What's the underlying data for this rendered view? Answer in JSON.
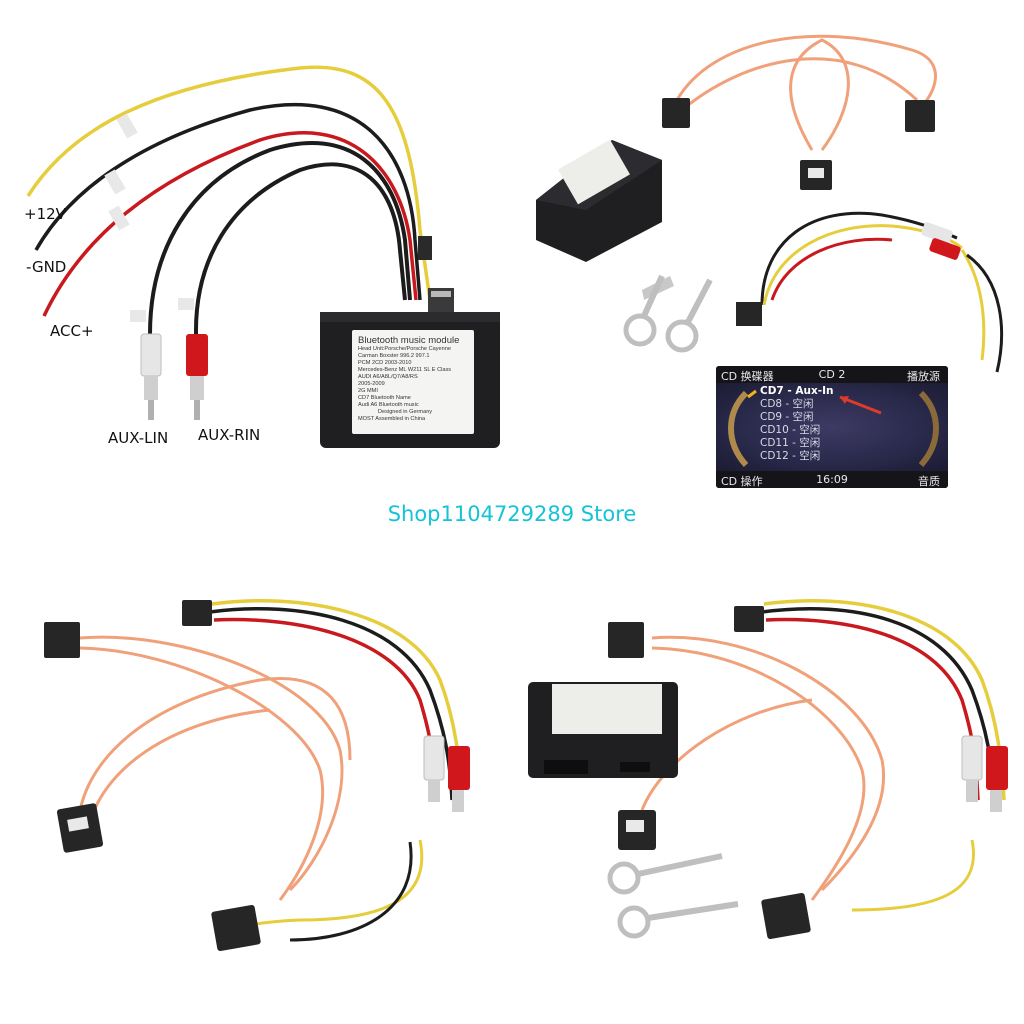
{
  "colors": {
    "cyan_text": "#14c4d6",
    "fiber_orange": "#f0a17a",
    "wire_yellow": "#e6cd3c",
    "wire_red": "#c8191e",
    "wire_black": "#1a1a1a",
    "module_black": "#1f1f21",
    "screen_red_text": "#e03a2a"
  },
  "store_name": "Shop1104729289 Store",
  "panel_tl": {
    "wire_labels": [
      "+12V",
      "-GND",
      "ACC+",
      "AUX-LIN",
      "AUX-RIN"
    ],
    "module_label_title": "Bluetooth music module",
    "module_label_lines": [
      "Head Unit:Porsche/Porsche Cayenne",
      "Carman Boxster 996.2  997.1",
      "PCM 2CD 2003-2010",
      "Mercedes-Benz ML W211 SL E Class",
      "AUDI A6/A8L/Q7/A8/RS",
      "2005-2009",
      "2G MMI",
      "CD7 Bluetooth Name",
      "Audi A6 Bluetooth music",
      "Designed in Germany",
      "MOST Assembled in China"
    ]
  },
  "panel_tr": {
    "screen": {
      "top_left": "CD 换碟器",
      "top_center": "CD 2",
      "top_right": "播放源",
      "items": [
        "CD7 - Aux-In",
        "CD8 - 空闲",
        "CD9 - 空闲",
        "CD10 - 空闲",
        "CD11 - 空闲",
        "CD12 - 空闲"
      ],
      "bottom_left": "CD 操作",
      "bottom_time": "16:09",
      "bottom_right": "音质"
    }
  }
}
